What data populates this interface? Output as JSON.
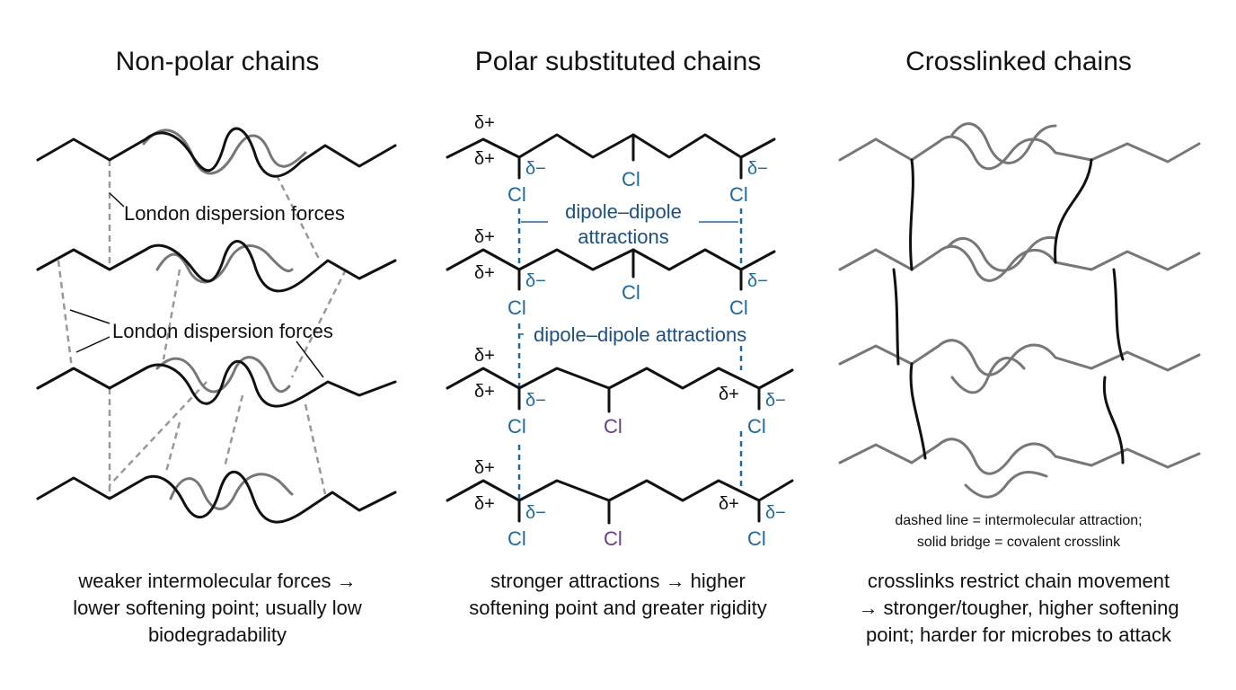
{
  "panels": [
    {
      "title": "Non-polar chains",
      "labels": [
        "London dispersion forces",
        "London dispersion forces"
      ],
      "caption": [
        "weaker intermolecular forces →",
        "lower softening point; usually low",
        "biodegradability"
      ]
    },
    {
      "title": "Polar substituted chains",
      "labels": [
        "dipole–dipole",
        "attractions",
        "dipole–dipole attractions"
      ],
      "symbols": {
        "dplus": "δ+",
        "dminus": "δ−",
        "cl": "Cl"
      },
      "caption": [
        "stronger attractions → higher",
        "softening point and greater rigidity"
      ]
    },
    {
      "title": "Crosslinked chains",
      "note": [
        "dashed line = intermolecular attraction;",
        "solid bridge = covalent crosslink"
      ],
      "caption": [
        "crosslinks restrict chain movement",
        "→ stronger/tougher, higher softening",
        "point; harder for microbes to attack"
      ]
    }
  ],
  "colors": {
    "dipole": "#1a6aa8",
    "cl_alt": "#6a3d8a",
    "chain": "#111111",
    "chain_secondary": "#777777"
  }
}
